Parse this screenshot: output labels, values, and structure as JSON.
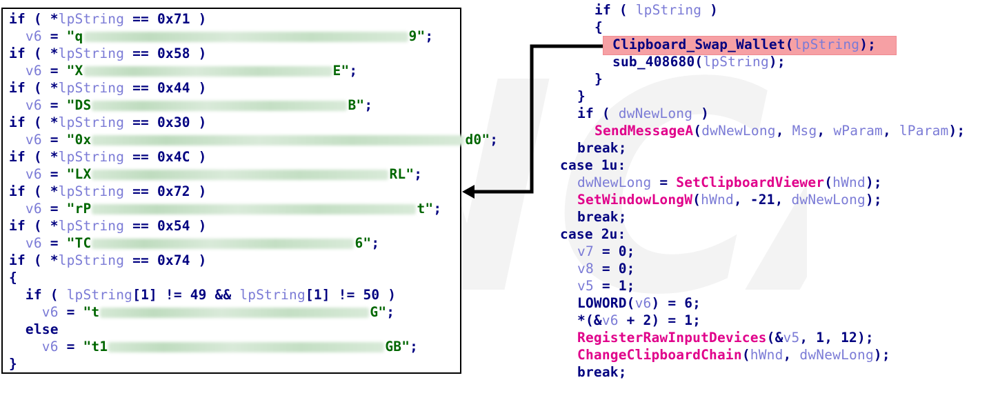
{
  "left_code": {
    "lines": [
      {
        "kind": "if",
        "prefix": "if ( *",
        "var": "lpString",
        "suffix": " == ",
        "num": "0x71",
        "end": " )"
      },
      {
        "kind": "assign",
        "indent": "  ",
        "var": "v6",
        "eq": " = ",
        "str_start": "\"q",
        "str_end": "9\"",
        "term": ";"
      },
      {
        "kind": "if",
        "prefix": "if ( *",
        "var": "lpString",
        "suffix": " == ",
        "num": "0x58",
        "end": " )"
      },
      {
        "kind": "assign",
        "indent": "  ",
        "var": "v6",
        "eq": " = ",
        "str_start": "\"X",
        "str_end": "E\"",
        "term": ";"
      },
      {
        "kind": "if",
        "prefix": "if ( *",
        "var": "lpString",
        "suffix": " == ",
        "num": "0x44",
        "end": " )"
      },
      {
        "kind": "assign",
        "indent": "  ",
        "var": "v6",
        "eq": " = ",
        "str_start": "\"DS",
        "str_end": "B\"",
        "term": ";"
      },
      {
        "kind": "if",
        "prefix": "if ( *",
        "var": "lpString",
        "suffix": " == ",
        "num": "0x30",
        "end": " )"
      },
      {
        "kind": "assign",
        "indent": "  ",
        "var": "v6",
        "eq": " = ",
        "str_start": "\"0x",
        "str_end": "d0\"",
        "term": ";"
      },
      {
        "kind": "if",
        "prefix": "if ( *",
        "var": "lpString",
        "suffix": " == ",
        "num": "0x4C",
        "end": " )"
      },
      {
        "kind": "assign",
        "indent": "  ",
        "var": "v6",
        "eq": " = ",
        "str_start": "\"LX",
        "str_end": "RL\"",
        "term": ";"
      },
      {
        "kind": "if",
        "prefix": "if ( *",
        "var": "lpString",
        "suffix": " == ",
        "num": "0x72",
        "end": " )"
      },
      {
        "kind": "assign",
        "indent": "  ",
        "var": "v6",
        "eq": " = ",
        "str_start": "\"rP",
        "str_end": "t\"",
        "term": ";"
      },
      {
        "kind": "if",
        "prefix": "if ( *",
        "var": "lpString",
        "suffix": " == ",
        "num": "0x54",
        "end": " )"
      },
      {
        "kind": "assign",
        "indent": "  ",
        "var": "v6",
        "eq": " = ",
        "str_start": "\"TC",
        "str_end": "6\"",
        "term": ";"
      },
      {
        "kind": "if",
        "prefix": "if ( *",
        "var": "lpString",
        "suffix": " == ",
        "num": "0x74",
        "end": " )"
      },
      {
        "kind": "brace",
        "text": "{"
      },
      {
        "kind": "nested_if",
        "text_a": "  if ( ",
        "var_a": "lpString",
        "text_b": "[1] != 49 && ",
        "var_b": "lpString",
        "text_c": "[1] != 50 )"
      },
      {
        "kind": "assign",
        "indent": "    ",
        "var": "v6",
        "eq": " = ",
        "str_start": "\"t",
        "str_end": "G\"",
        "term": ";"
      },
      {
        "kind": "brace",
        "text": "  else"
      },
      {
        "kind": "assign",
        "indent": "    ",
        "var": "v6",
        "eq": " = ",
        "str_start": "\"t1",
        "str_end": "GB\"",
        "term": ";"
      },
      {
        "kind": "brace",
        "text": "}"
      }
    ]
  },
  "right_code": {
    "l1": {
      "a": "if ( ",
      "var": "lpString",
      "b": " )"
    },
    "l2": "{",
    "l3": {
      "fn": "Clipboard_Swap_Wallet",
      "a": "(",
      "var": "lpString",
      "b": ");"
    },
    "l4": {
      "fn": "sub_408680",
      "a": "(",
      "var": "lpString",
      "b": ");"
    },
    "l5": "}",
    "l6": "}",
    "l7": {
      "a": "if ( ",
      "var": "dwNewLong",
      "b": " )"
    },
    "l8": {
      "fn": "SendMessageA",
      "a": "(",
      "v1": "dwNewLong",
      ",1": ", ",
      "v2": "Msg",
      ",2": ", ",
      "v3": "wParam",
      ",3": ", ",
      "v4": "lParam",
      "b": ");"
    },
    "l9": "break;",
    "l10": "case 1u:",
    "l11": {
      "var": "dwNewLong",
      "a": " = ",
      "fn": "SetClipboardViewer",
      "b": "(",
      "v1": "hWnd",
      "c": ");"
    },
    "l12": {
      "fn": "SetWindowLongW",
      "a": "(",
      "v1": "hWnd",
      "b": ", -21, ",
      "v2": "dwNewLong",
      "c": ");"
    },
    "l13": "break;",
    "l14": "case 2u:",
    "l15": {
      "var": "v7",
      "a": " = 0;"
    },
    "l16": {
      "var": "v8",
      "a": " = 0;"
    },
    "l17": {
      "var": "v5",
      "a": " = 1;"
    },
    "l18": {
      "a": "LOWORD(",
      "var": "v6",
      "b": ") = 6;"
    },
    "l19": {
      "a": "*(&",
      "var": "v6",
      "b": " + 2) = 1;"
    },
    "l20": {
      "fn": "RegisterRawInputDevices",
      "a": "(&",
      "var": "v5",
      "b": ", 1, 12);"
    },
    "l21": {
      "fn": "ChangeClipboardChain",
      "a": "(",
      "v1": "hWnd",
      "b": ", ",
      "v2": "dwNewLong",
      "c": ");"
    },
    "l22": "break;"
  },
  "colors": {
    "keyword": "#000080",
    "variable": "#7b7bd6",
    "string": "#006600",
    "function": "#e0008a",
    "highlight": "#f6a0a4"
  }
}
